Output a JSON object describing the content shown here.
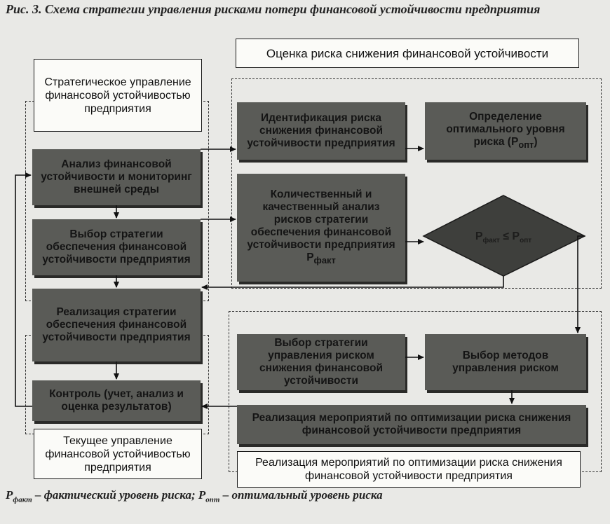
{
  "caption": "Рис. 3. Схема стратегии управления рисками потери финансовой устойчивости предприятия",
  "header_box": "Оценка риска снижения финансовой устойчивости",
  "left_top_box": "Стратегическое управление финансовой устойчивостью предприятия",
  "left_bottom_box": "Текущее управление финансовой устойчивостью предприятия",
  "bottom_right_box": "Реализация мероприятий по оптимизации риска снижения финансовой устойчивости предприятия",
  "nodes": {
    "analysis": "Анализ финансовой устойчивости и мониторинг внешней среды",
    "choice_strategy": "Выбор стратегии обеспечения финансовой устойчивости предприятия",
    "implementation": "Реализация стратегии обеспечения финансовой устойчивости предприятия",
    "control": "Контроль (учет, анализ и оценка результатов)",
    "identification": "Идентификация риска снижения финансовой устойчивости предприятия",
    "optimal_level": "Определение оптимального уровня риска (Р",
    "optimal_level_sub": "опт",
    "optimal_level_end": ")",
    "quant_analysis": "Количественный и качественный анализ рисков стратегии обеспечения финансовой устойчивости предприятия Р",
    "quant_analysis_sub": "факт",
    "decision": "Р",
    "decision_sub1": "факт",
    "decision_op": " ≤ Р",
    "decision_sub2": "опт",
    "choice_risk_strategy": "Выбор стратегии управления риском снижения финансовой устойчивости",
    "choice_methods": "Выбор методов управления риском",
    "risk_measures": "Реализация мероприятий по оптимизации риска снижения финансовой устойчивости предприятия"
  },
  "legend": {
    "p1": "Р",
    "p1_sub": "факт",
    "p1_text": " – фактический уровень риска; ",
    "p2": "Р",
    "p2_sub": "опт",
    "p2_text": " – оптимальный уровень риска"
  }
}
